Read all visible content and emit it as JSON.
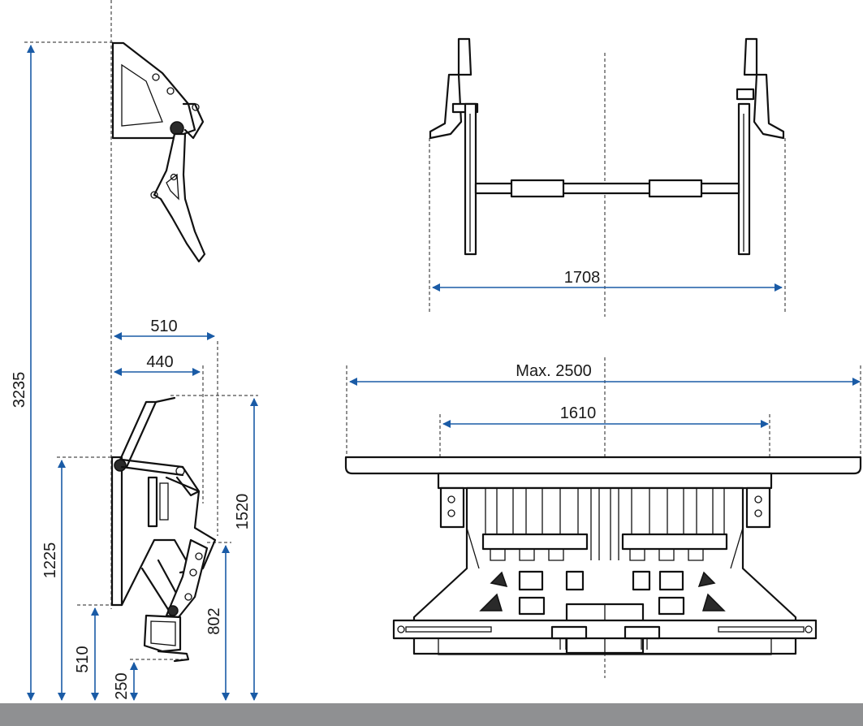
{
  "dimensions": {
    "height_total": "3235",
    "height_mount": "1225",
    "height_510": "510",
    "height_250": "250",
    "height_802": "802",
    "height_1520": "1520",
    "depth_510": "510",
    "depth_440": "440",
    "width_1708": "1708",
    "width_max": "Max. 2500",
    "width_1610": "1610"
  },
  "colors": {
    "dimension_line": "#1a5ba6",
    "ground": "#8f9092"
  }
}
